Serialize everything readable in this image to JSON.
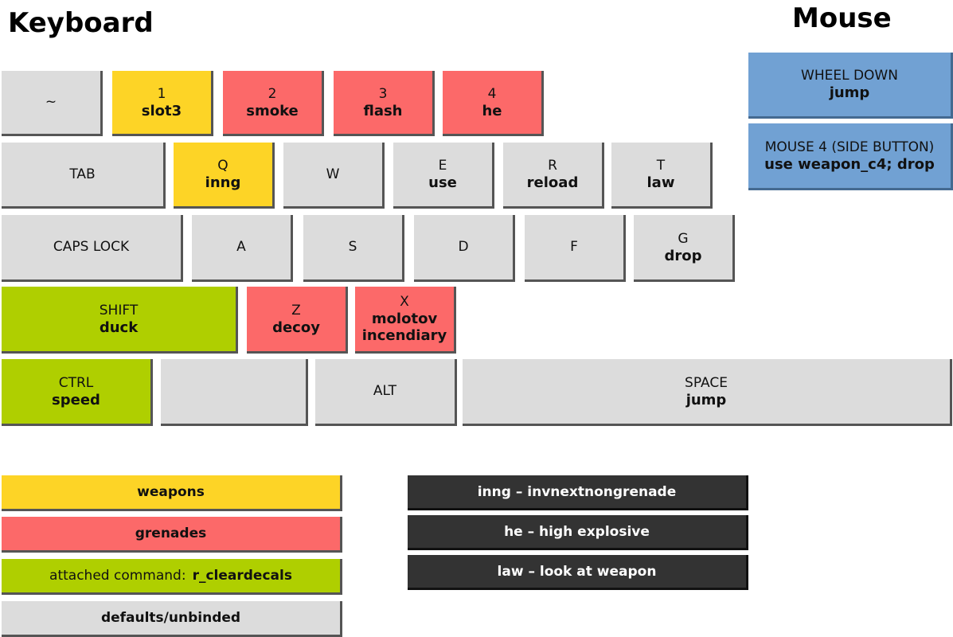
{
  "titles": {
    "keyboard": "Keyboard",
    "mouse": "Mouse"
  },
  "colors": {
    "weapons": "#fdd426",
    "grenades": "#fc6969",
    "attached": "#afcf00",
    "default": "#dcdcdc",
    "mouse": "#71a1d3",
    "abbreviation": "#333333"
  },
  "keys": {
    "tilde": {
      "name": "~"
    },
    "k1": {
      "name": "1",
      "cmd": "slot3"
    },
    "k2": {
      "name": "2",
      "cmd": "smoke"
    },
    "k3": {
      "name": "3",
      "cmd": "flash"
    },
    "k4": {
      "name": "4",
      "cmd": "he"
    },
    "tab": {
      "name": "TAB"
    },
    "q": {
      "name": "Q",
      "cmd": "inng"
    },
    "w": {
      "name": "W"
    },
    "e": {
      "name": "E",
      "cmd": "use"
    },
    "r": {
      "name": "R",
      "cmd": "reload"
    },
    "t": {
      "name": "T",
      "cmd": "law"
    },
    "caps": {
      "name": "CAPS LOCK"
    },
    "a": {
      "name": "A"
    },
    "s": {
      "name": "S"
    },
    "d": {
      "name": "D"
    },
    "f": {
      "name": "F"
    },
    "g": {
      "name": "G",
      "cmd": "drop"
    },
    "shift": {
      "name": "SHIFT",
      "cmd": "duck"
    },
    "z": {
      "name": "Z",
      "cmd": "decoy"
    },
    "x": {
      "name": "X",
      "cmd": "molotov",
      "cmd2": "incendiary"
    },
    "ctrl": {
      "name": "CTRL",
      "cmd": "speed"
    },
    "blank": {
      "name": ""
    },
    "alt": {
      "name": "ALT"
    },
    "space": {
      "name": "SPACE",
      "cmd": "jump"
    }
  },
  "mouse": {
    "wheel_down": {
      "name": "WHEEL DOWN",
      "cmd": "jump"
    },
    "mouse4": {
      "name": "MOUSE 4 (SIDE BUTTON)",
      "cmd": "use weapon_c4; drop"
    }
  },
  "legend": {
    "weapons": "weapons",
    "grenades": "grenades",
    "attached_label": "attached command:",
    "attached_value": "r_cleardecals",
    "defaults": "defaults/unbinded"
  },
  "abbreviations": [
    "inng – invnextnongrenade",
    "he – high explosive",
    "law – look at weapon"
  ]
}
